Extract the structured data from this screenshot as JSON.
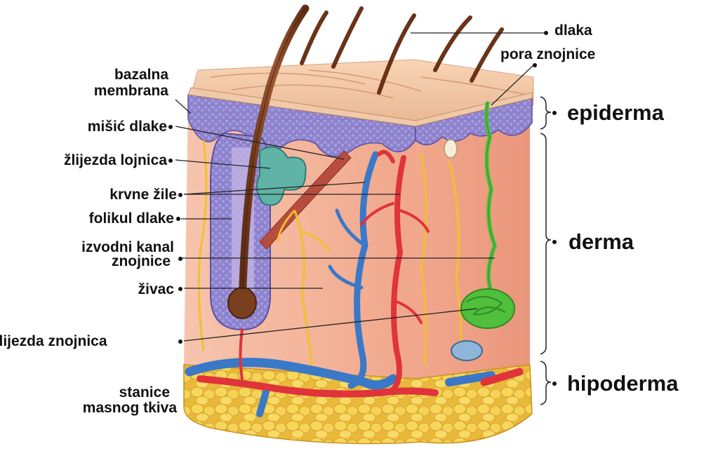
{
  "labels_left": {
    "bazalna_membrana_1": "bazalna",
    "bazalna_membrana_2": "membrana",
    "misic_dlake": "mišić dlake",
    "zlijezda_lojnica": "žlijezda lojnica",
    "krvne_zile": "krvne žile",
    "folikul_dlake": "folikul dlake",
    "izvodni_kanal_1": "izvodni kanal",
    "izvodni_kanal_2": "znojnice",
    "zivac": "živac",
    "zlijezda_znojnica": "žlijezda znojnica",
    "stanice_1": "stanice",
    "stanice_2": "masnog tkiva"
  },
  "labels_right": {
    "dlaka": "dlaka",
    "pora_znojnice": "pora znojnice"
  },
  "layers": {
    "epiderma": "epiderma",
    "derma": "derma",
    "hipoderma": "hipoderma"
  },
  "colors": {
    "epidermis": "#8b7fc9",
    "dermis": "#f3b59d",
    "fat": "#f2cf52",
    "artery": "#e0333a",
    "vein": "#3a78c8",
    "hair": "#7a3f1e",
    "nerve": "#f0c12b",
    "sweat_gland": "#4fbf3c",
    "sebaceous": "#4fa9a0"
  }
}
